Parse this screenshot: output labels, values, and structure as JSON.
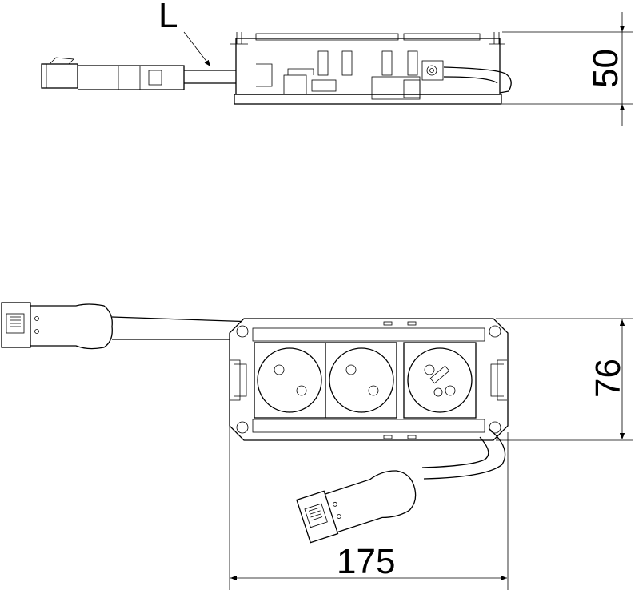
{
  "labels": {
    "length_label": "L",
    "height_dimension": "50",
    "depth_dimension": "76",
    "width_dimension": "175"
  }
}
